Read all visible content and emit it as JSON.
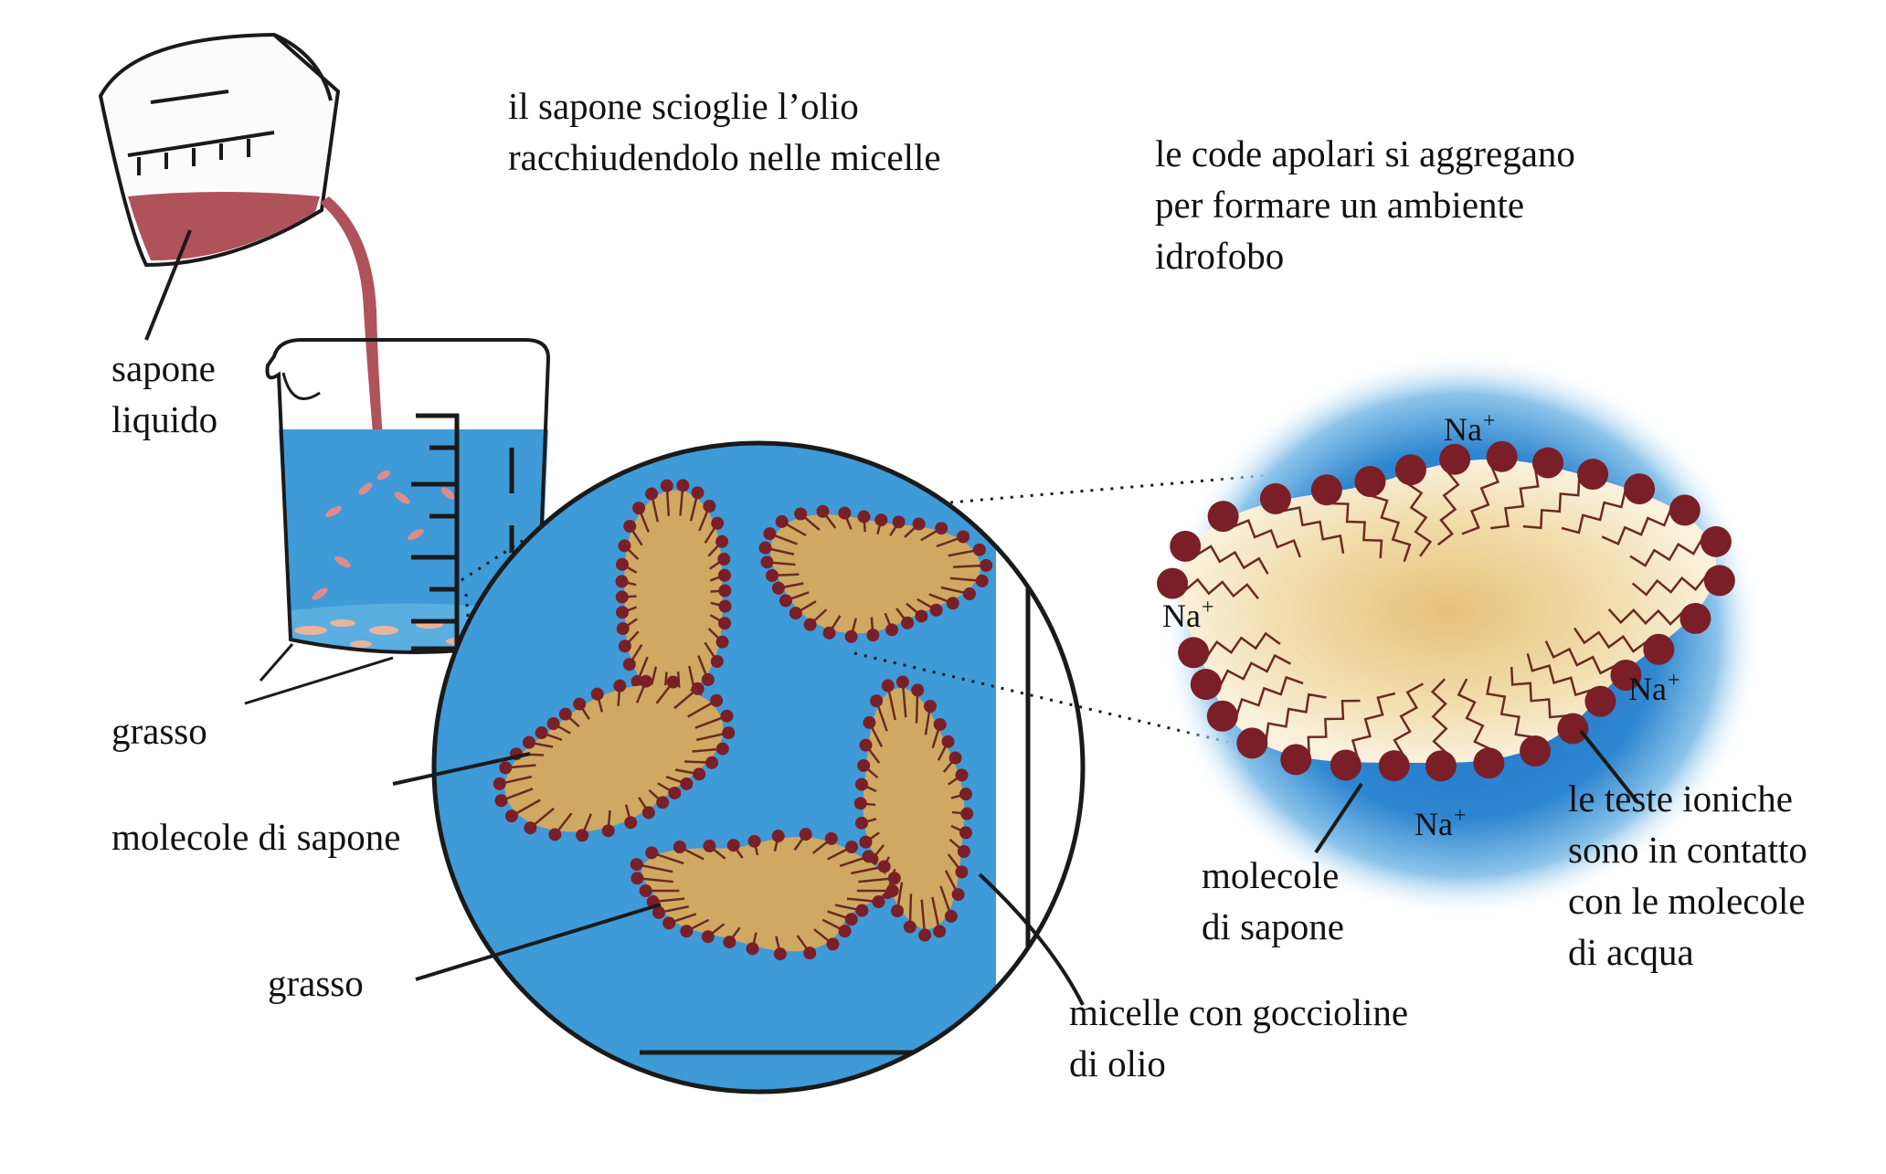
{
  "labels": {
    "title": [
      "il sapone scioglie l’olio",
      "racchiudendolo nelle micelle"
    ],
    "code_apolari": [
      "le code apolari si aggregano",
      "per formare un ambiente",
      "idrofobo"
    ],
    "sapone_liquido": [
      "sapone",
      "liquido"
    ],
    "grasso_beaker": "grasso",
    "molecole_sapone_left": "molecole di sapone",
    "grasso_circle": "grasso",
    "micelle_goccioline": [
      "micelle con goccioline",
      "di olio"
    ],
    "molecole_sapone_right": [
      "molecole",
      "di sapone"
    ],
    "teste_ioniche": [
      "le teste ioniche",
      "sono in contatto",
      "con le molecole",
      "di acqua"
    ]
  },
  "ions": {
    "symbol": "Na",
    "charge": "+"
  },
  "colors": {
    "water": "#3f9ad8",
    "grease": "#cfa961",
    "polar_head": "#7a1f27",
    "tail": "#6b2a22",
    "soap_liquid": "#b0525a",
    "micelle_core": "#f6ead0",
    "outline": "#1a1a1a"
  }
}
